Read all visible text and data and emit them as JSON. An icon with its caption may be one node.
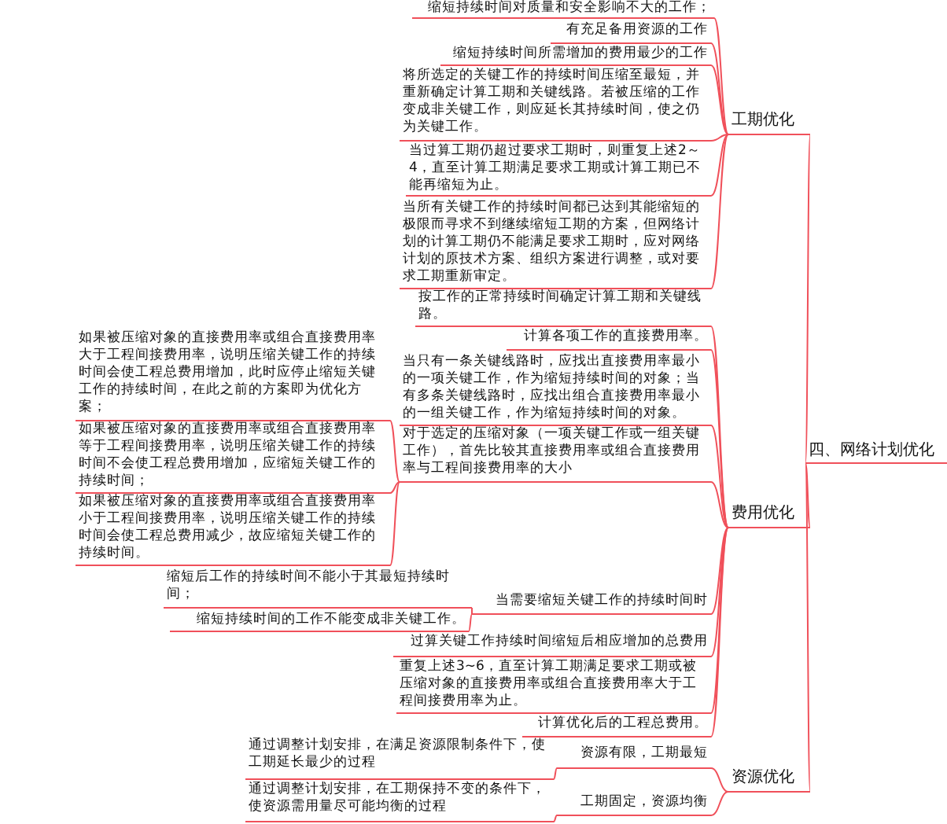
{
  "diagram": {
    "nodes": [
      {
        "text": [
          "四、网络计划优化"
        ]
      },
      {
        "text": [
          "工期优化"
        ]
      },
      {
        "text": [
          "缩短持续时间对质量和安全影响不大的工作；"
        ]
      },
      {
        "text": [
          "有充足备用资源的工作"
        ]
      },
      {
        "text": [
          "缩短持续时间所需增加的费用最少的工作"
        ]
      },
      {
        "text": [
          "将所选定的关键工作的持续时间压缩至最短，并重新确定计算工期和关键线路。若被压缩的工作变成非关键工作，则应延长其持续时间，使之仍为关键工作。"
        ]
      },
      {
        "text": [
          "当过算工期仍超过要求工期时，则重复上述2～4，直至计算工期满足要求工期或计算工期已不能再缩短为止。"
        ]
      },
      {
        "text": [
          "当所有关键工作的持续时间都已达到其能缩短的极限而寻求不到继续缩短工期的方案，但网络计划的计算工期仍不能满足要求工期时，应对网络计划的原技术方案、组织方案进行调整，或对要求工期重新审定。"
        ]
      },
      {
        "text": [
          "费用优化"
        ]
      },
      {
        "text": [
          "按工作的正常持续时间确定计算工期和关键线路。"
        ]
      },
      {
        "text": [
          "计算各项工作的直接费用率。"
        ]
      },
      {
        "text": [
          "当只有一条关键线路时，应找出直接费用率最小的一项关键工作，作为缩短持续时间的对象；当有多条关键线路时，应找出组合直接费用率最小的一组关键工作，作为缩短持续时间的对象。"
        ]
      },
      {
        "text": [
          "对于选定的压缩对象（一项关键工作或一组关键工作），首先比较其直接费用率或组合直接费用率与工程间接费用率的大小"
        ]
      },
      {
        "text": [
          "如果被压缩对象的直接费用率或组合直接费用率大于工程间接费用率，说明压缩关键工作的持续时间会使工程总费用增加，此时应停止缩短关键工作的持续时间，在此之前的方案即为优化方案；"
        ]
      },
      {
        "text": [
          "如果被压缩对象的直接费用率或组合直接费用率等于工程间接费用率，说明压缩关键工作的持续时间不会使工程总费用增加，应缩短关键工作的持续时间；"
        ]
      },
      {
        "text": [
          "如果被压缩对象的直接费用率或组合直接费用率小于工程间接费用率，说明压缩关键工作的持续时间会使工程总费用减少，故应缩短关键工作的持续时间。"
        ]
      },
      {
        "text": [
          "当需要缩短关键工作的持续时间时"
        ]
      },
      {
        "text": [
          "缩短后工作的持续时间不能小于其最短持续时间；"
        ]
      },
      {
        "text": [
          "缩短持续时间的工作不能变成非关键工作。"
        ]
      },
      {
        "text": [
          "过算关键工作持续时间缩短后相应增加的总费用"
        ]
      },
      {
        "text": [
          "重复上述3~6，直至计算工期满足要求工期或被压缩对象的直接费用率或组合直接费用率大于工程间接费用率为止。"
        ]
      },
      {
        "text": [
          "计算优化后的工程总费用。"
        ]
      },
      {
        "text": [
          "资源优化"
        ]
      },
      {
        "text": [
          "资源有限，工期最短"
        ]
      },
      {
        "text": [
          "工期固定，资源均衡"
        ]
      },
      {
        "text": [
          "通过调整计划安排，在满足资源限制条件下，使工期延长最少的过程"
        ]
      },
      {
        "text": [
          "通过调整计划安排，在工期保持不变的条件下，使资源需用量尽可能均衡的过程"
        ]
      }
    ],
    "edges": [
      {
        "from": 0,
        "to": 1,
        "arrow": "none"
      },
      {
        "from": 0,
        "to": 8,
        "arrow": "none"
      },
      {
        "from": 0,
        "to": 22,
        "arrow": "none"
      },
      {
        "from": 1,
        "to": 2,
        "arrow": "none"
      },
      {
        "from": 1,
        "to": 3,
        "arrow": "none"
      },
      {
        "from": 1,
        "to": 4,
        "arrow": "none"
      },
      {
        "from": 1,
        "to": 5,
        "arrow": "none"
      },
      {
        "from": 1,
        "to": 6,
        "arrow": "none"
      },
      {
        "from": 1,
        "to": 7,
        "arrow": "none"
      },
      {
        "from": 8,
        "to": 9,
        "arrow": "none"
      },
      {
        "from": 8,
        "to": 10,
        "arrow": "none"
      },
      {
        "from": 8,
        "to": 11,
        "arrow": "none"
      },
      {
        "from": 8,
        "to": 12,
        "arrow": "none"
      },
      {
        "from": 12,
        "to": 13,
        "arrow": "none"
      },
      {
        "from": 12,
        "to": 14,
        "arrow": "none"
      },
      {
        "from": 12,
        "to": 15,
        "arrow": "none"
      },
      {
        "from": 8,
        "to": 16,
        "arrow": "none"
      },
      {
        "from": 16,
        "to": 17,
        "arrow": "none"
      },
      {
        "from": 16,
        "to": 18,
        "arrow": "none"
      },
      {
        "from": 8,
        "to": 19,
        "arrow": "none"
      },
      {
        "from": 8,
        "to": 20,
        "arrow": "none"
      },
      {
        "from": 8,
        "to": 21,
        "arrow": "none"
      },
      {
        "from": 22,
        "to": 23,
        "arrow": "none"
      },
      {
        "from": 22,
        "to": 24,
        "arrow": "none"
      },
      {
        "from": 23,
        "to": 25,
        "arrow": "none"
      },
      {
        "from": 24,
        "to": 26,
        "arrow": "none"
      }
    ]
  }
}
